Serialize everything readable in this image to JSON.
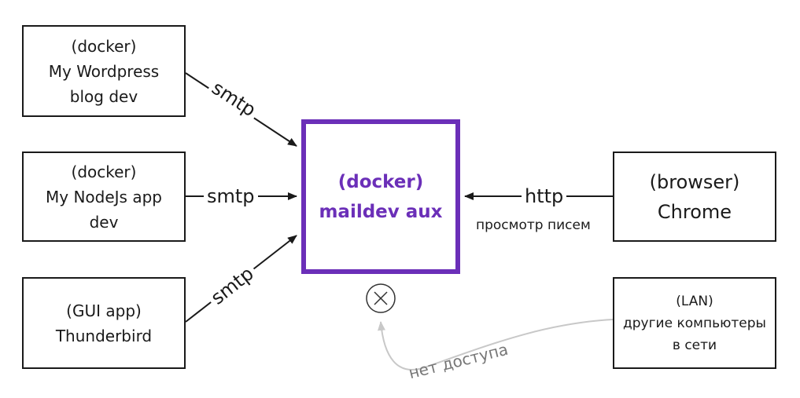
{
  "nodes": {
    "wordpress": {
      "line1": "(docker)",
      "line2": "My Wordpress",
      "line3": "blog dev"
    },
    "nodejs": {
      "line1": "(docker)",
      "line2": "My NodeJs app",
      "line3": "dev"
    },
    "thunderbird": {
      "line1": "(GUI app)",
      "line2": "Thunderbird"
    },
    "maildev": {
      "line1": "(docker)",
      "line2": "maildev aux"
    },
    "chrome": {
      "line1": "(browser)",
      "line2": "Chrome"
    },
    "lan": {
      "line1": "(LAN)",
      "line2": "другие компьютеры",
      "line3": "в сети"
    }
  },
  "edges": {
    "wordpress_label": "smtp",
    "nodejs_label": "smtp",
    "thunderbird_label": "smtp",
    "chrome_label": "http",
    "chrome_sublabel": "просмотр писем",
    "lan_label": "нет доступа"
  },
  "colors": {
    "accent": "#6b2fb8",
    "stroke": "#1a1a1a",
    "muted": "#c8c8c8"
  }
}
